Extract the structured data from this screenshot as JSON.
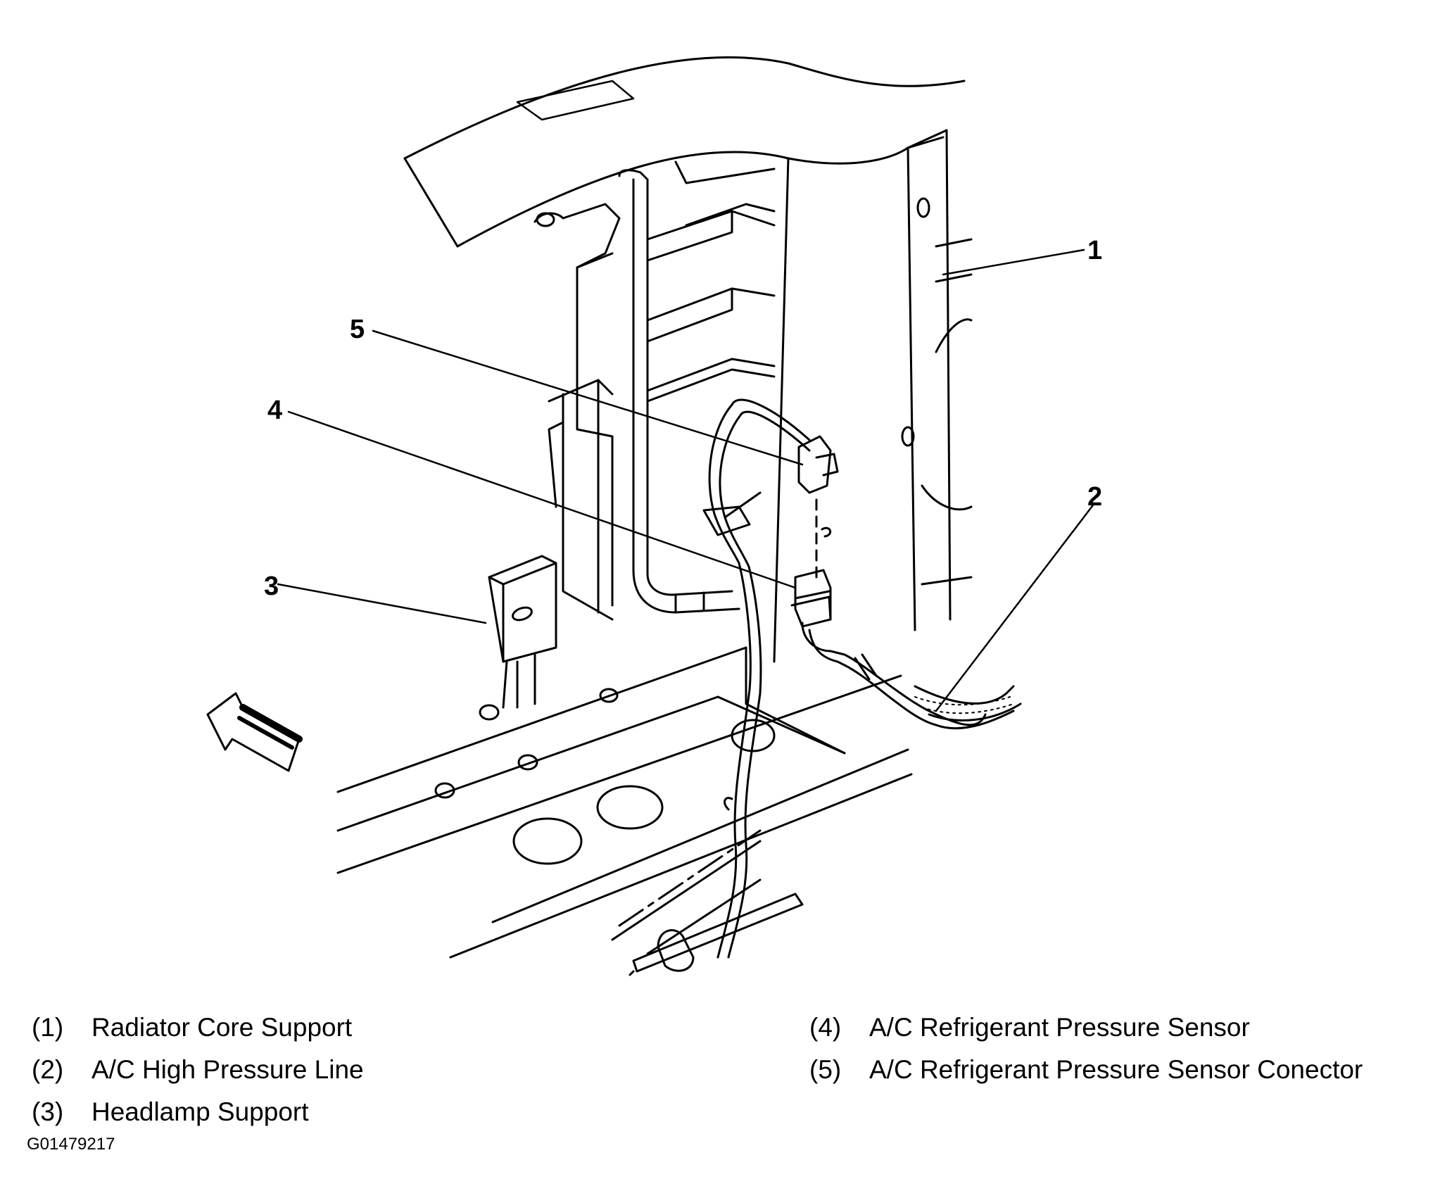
{
  "callouts": [
    "1",
    "2",
    "3",
    "4",
    "5"
  ],
  "legend": [
    {
      "num": "(1)",
      "label": "Radiator Core Support"
    },
    {
      "num": "(2)",
      "label": "A/C High Pressure Line"
    },
    {
      "num": "(3)",
      "label": "Headlamp Support"
    },
    {
      "num": "(4)",
      "label": "A/C Refrigerant Pressure Sensor"
    },
    {
      "num": "(5)",
      "label": "A/C Refrigerant Pressure Sensor Conector"
    }
  ],
  "figure_id": "G01479217"
}
